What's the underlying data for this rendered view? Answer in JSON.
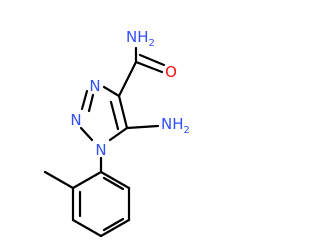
{
  "molecule": {
    "atoms": {
      "amide_n": {
        "symbol": "NH",
        "subscript": "2"
      },
      "carbonyl_o": {
        "symbol": "O"
      },
      "triazole_n3": {
        "symbol": "N"
      },
      "triazole_n2": {
        "symbol": "N"
      },
      "triazole_n1": {
        "symbol": "N"
      },
      "amino_n": {
        "symbol": "NH",
        "subscript": "2"
      }
    },
    "colors": {
      "bond": "#000000",
      "nitrogen": "#3050f8",
      "oxygen": "#ff0d0d"
    }
  }
}
